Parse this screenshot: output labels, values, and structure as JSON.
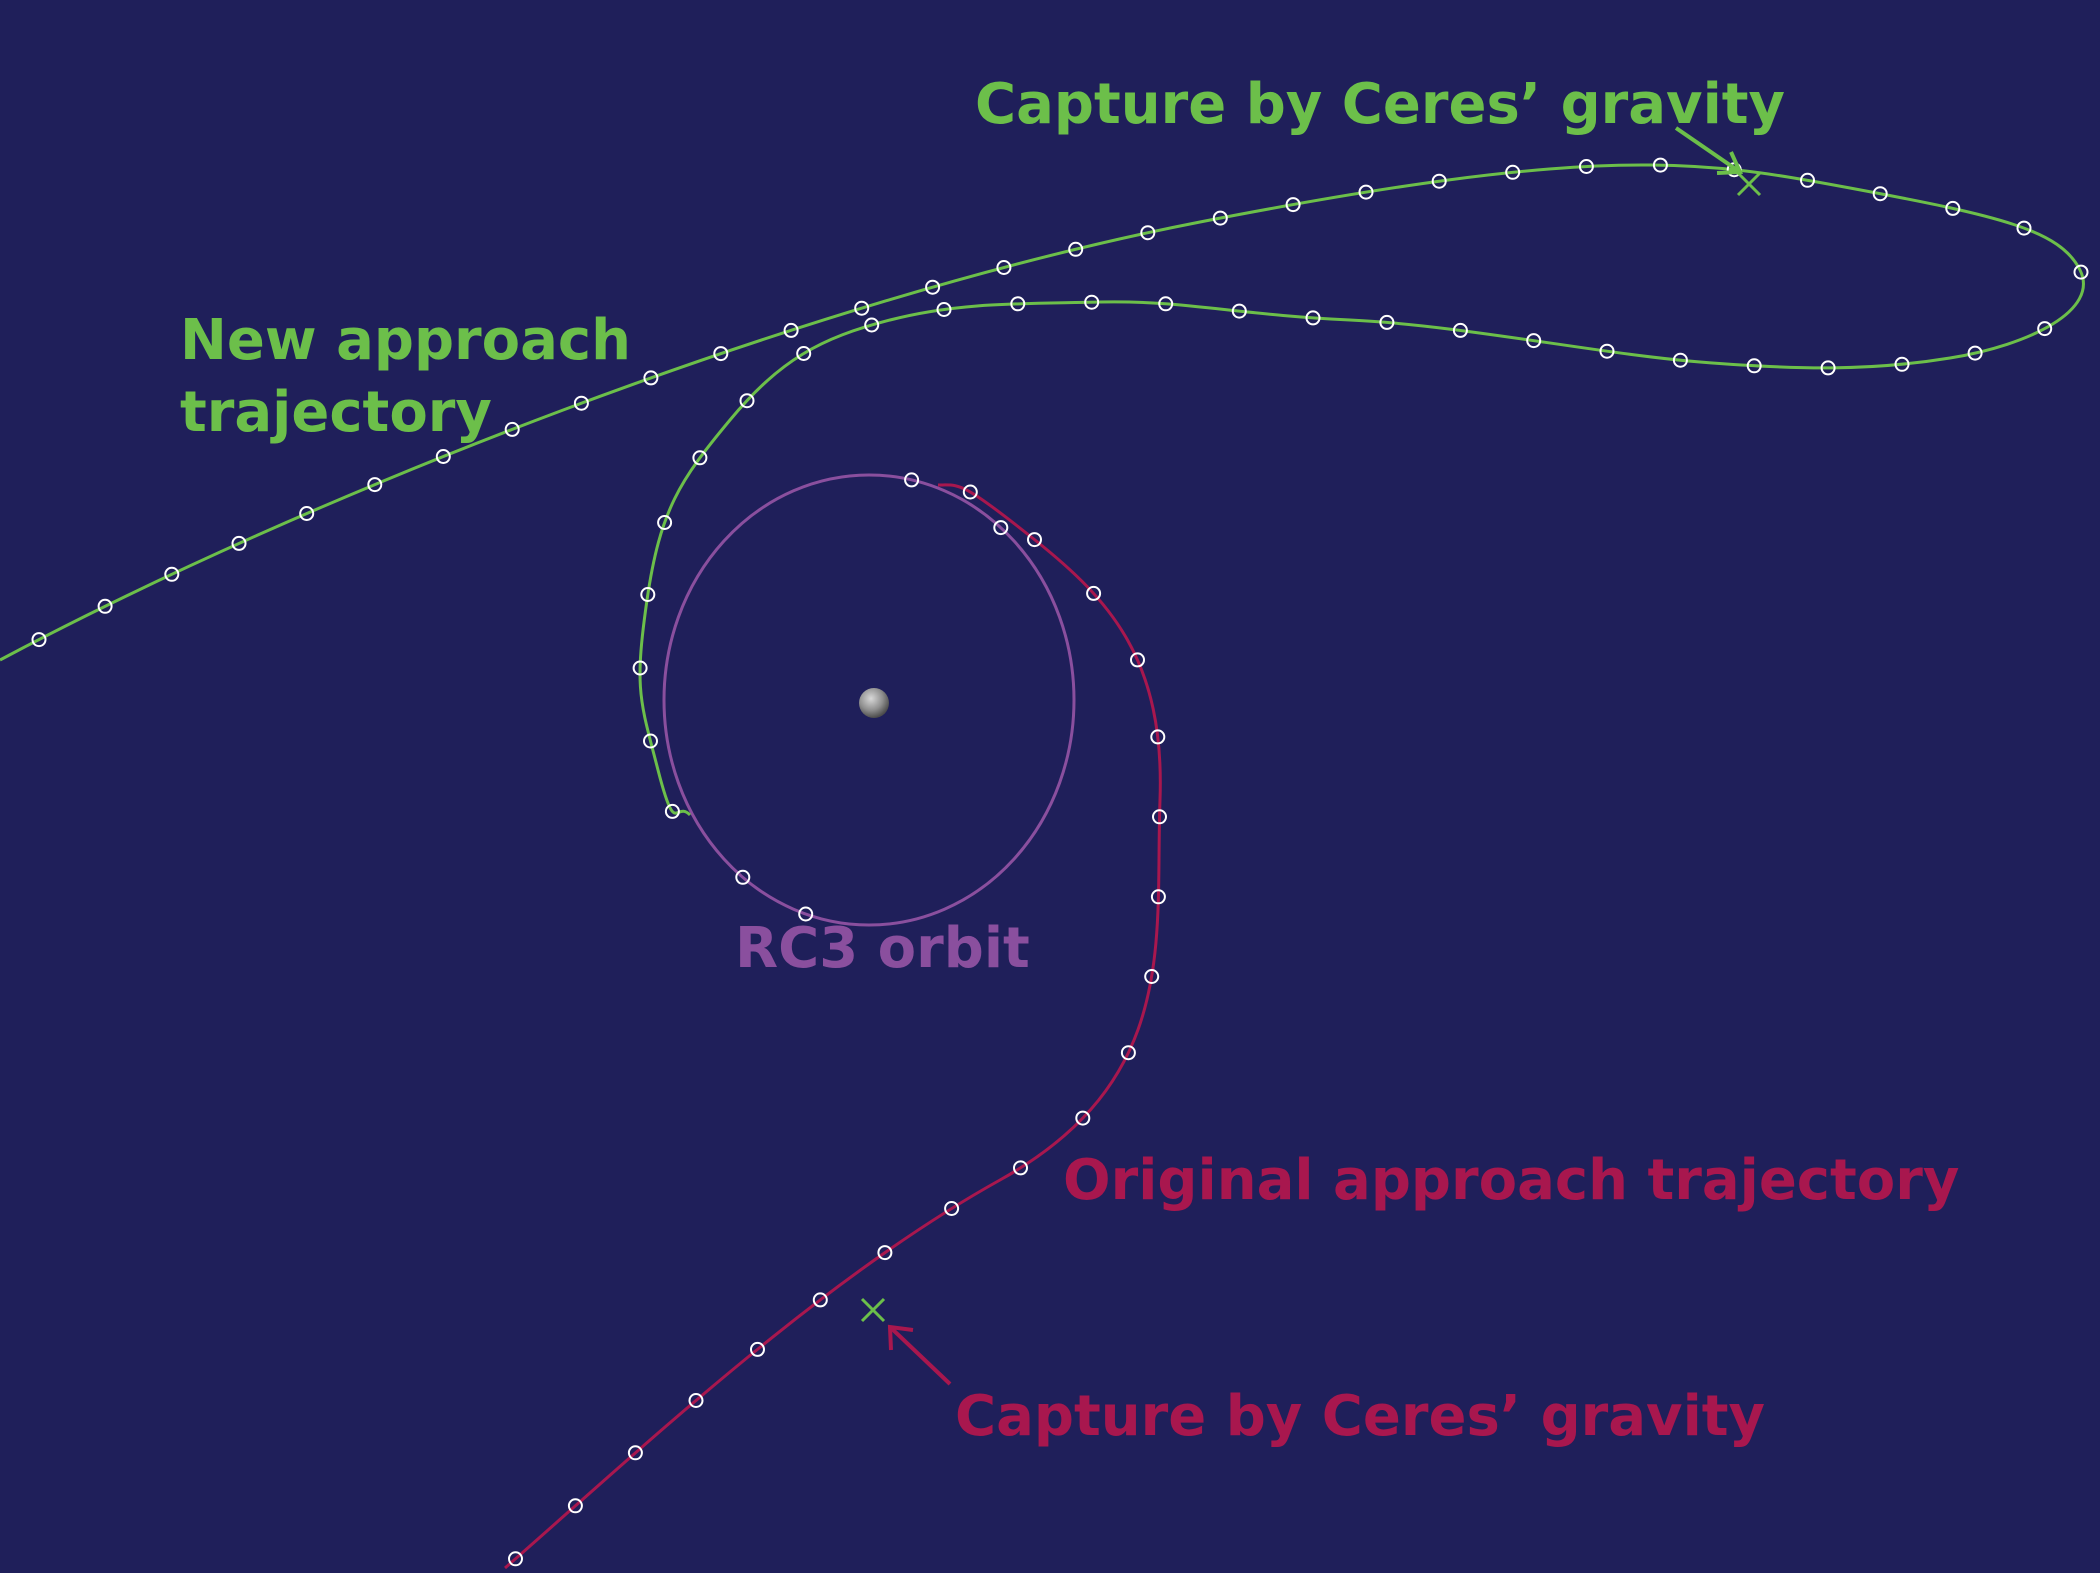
{
  "colors": {
    "background": "#1f1f5a",
    "new_trajectory": "#6cbf4a",
    "original_trajectory": "#a8174e",
    "rc3_orbit": "#8a4f9e",
    "markers": "#ffffff",
    "ceres": "#9a9a9a"
  },
  "labels": {
    "new_trajectory": "New approach\ntrajectory",
    "capture_top": "Capture by Ceres’ gravity",
    "rc3_orbit": "RC3 orbit",
    "original_trajectory": "Original approach trajectory",
    "capture_bottom": "Capture by Ceres’ gravity"
  },
  "icons": {
    "ceres": "ceres-sphere-icon",
    "capture_point": "x-mark-icon",
    "callout_arrow": "arrow-icon"
  }
}
